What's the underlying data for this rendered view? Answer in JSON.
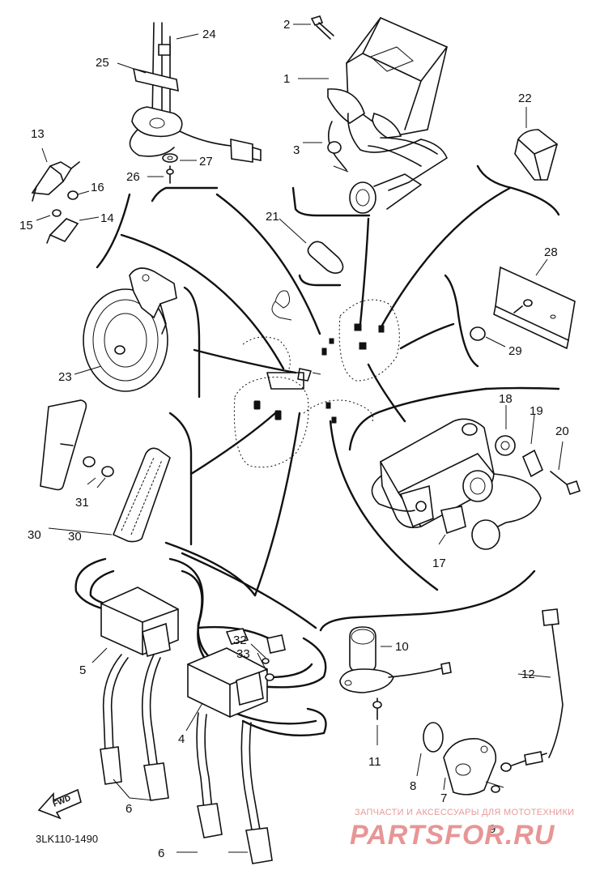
{
  "diagram": {
    "part_code": "3LK110-1490",
    "fwd_label": "FWD",
    "labels": [
      "1",
      "2",
      "3",
      "4",
      "5",
      "6",
      "6",
      "6",
      "7",
      "8",
      "9",
      "10",
      "11",
      "12",
      "13",
      "14",
      "15",
      "16",
      "17",
      "18",
      "19",
      "20",
      "21",
      "22",
      "23",
      "24",
      "25",
      "26",
      "27",
      "28",
      "29",
      "30",
      "30",
      "31",
      "32",
      "33"
    ]
  },
  "watermark": {
    "tagline": "ЗАПЧАСТИ И АКСЕССУАРЫ ДЛЯ МОТОТЕХНИКИ",
    "brand": "PARTSFOR.RU"
  },
  "colors": {
    "ink": "#111111",
    "watermark": "#e89595"
  }
}
